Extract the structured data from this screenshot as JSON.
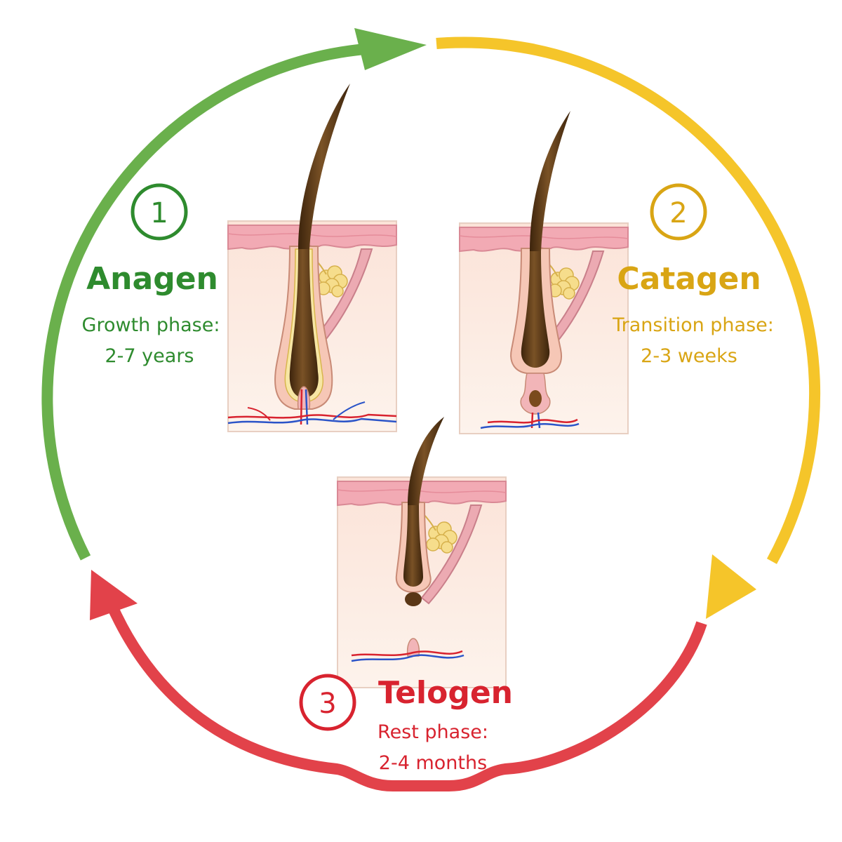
{
  "colors": {
    "anagen": "#6ab04c",
    "anagen_text": "#2e8b2e",
    "catagen": "#f5c52a",
    "catagen_text": "#d9a514",
    "telogen": "#e2424a",
    "telogen_text": "#d8232f",
    "skin": "#f9e6dc",
    "epidermis": "#ef9eab",
    "hair": "#5a3716"
  },
  "phases": [
    {
      "key": "anagen",
      "number": "1",
      "name": "Anagen",
      "desc_line1": "Growth phase:",
      "desc_line2": "2-7 years"
    },
    {
      "key": "catagen",
      "number": "2",
      "name": "Catagen",
      "desc_line1": "Transition phase:",
      "desc_line2": "2-3 weeks"
    },
    {
      "key": "telogen",
      "number": "3",
      "name": "Telogen",
      "desc_line1": "Rest phase:",
      "desc_line2": "2-4 months"
    }
  ]
}
